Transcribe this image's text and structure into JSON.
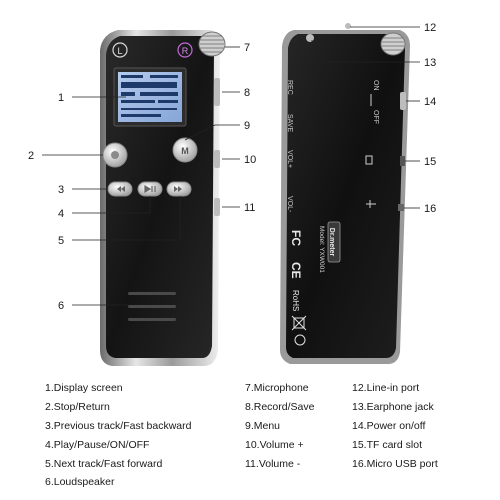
{
  "callouts": [
    "1",
    "2",
    "3",
    "4",
    "5",
    "6",
    "7",
    "8",
    "9",
    "10",
    "11",
    "12",
    "13",
    "14",
    "15",
    "16"
  ],
  "device_front": {
    "left_key_symbol": "L",
    "right_key_symbol": "R",
    "menu_key_symbol": "M"
  },
  "device_back": {
    "brand": "Dr.meter",
    "model": "Model: YXW001",
    "cert_fc": "FC",
    "cert_ce": "CE",
    "cert_rohs": "RoHS",
    "side_labels": [
      "REC",
      "SAVE",
      "VOL+",
      "VOL-"
    ],
    "switch_on": "ON",
    "switch_off": "OFF"
  },
  "legend": [
    [
      "1.Display screen",
      "2.Stop/Return",
      "3.Previous track/Fast backward",
      "4.Play/Pause/ON/OFF",
      "5.Next track/Fast forward",
      "6.Loudspeaker"
    ],
    [
      "7.Microphone",
      "8.Record/Save",
      "9.Menu",
      "10.Volume +",
      "11.Volume -"
    ],
    [
      "12.Line-in port",
      "13.Earphone jack",
      "14.Power on/off",
      "15.TF card slot",
      "16.Micro USB port"
    ]
  ],
  "colors": {
    "body": "#1c1c1c",
    "chrome": "#c9c9c9",
    "screen": "#9db8e0",
    "leader": "#222222"
  }
}
